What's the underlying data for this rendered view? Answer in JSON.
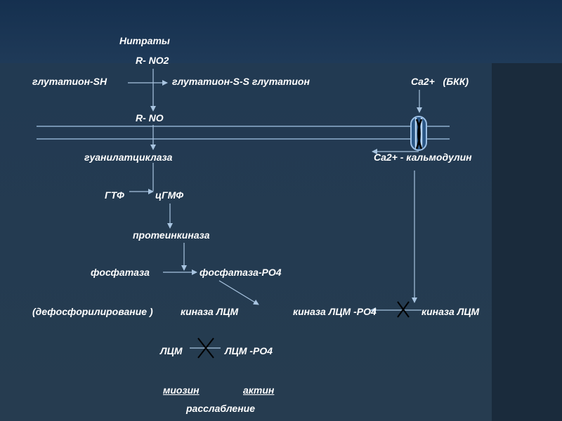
{
  "labels": {
    "nitrates": "Нитраты",
    "r_no2": "R- NO2",
    "glutathione_sh": "глутатион-SH",
    "glutathione_ss": "глутатион-S-S глутатион",
    "ca_bkk": "Ca2+   (БКК)",
    "r_no": "R- NO",
    "guanylate_cyclase": "гуанилатциклаза",
    "ca_calmodulin": "Ca2+ - кальмодулин",
    "gtp": "ГТФ",
    "cgmp": "цГМФ",
    "protein_kinase": "протеинкиназа",
    "phosphatase": "фосфатаза",
    "phosphatase_po4": "фосфатаза-PO4",
    "dephosphorylation": "(дефосфорилирование )",
    "mlck_1": "киназа ЛЦМ",
    "mlck_po4": "киназа ЛЦМ -PO4",
    "mlck_2": "киназа ЛЦМ",
    "mlc": "ЛЦМ",
    "mlc_po4": "ЛЦМ -PO4",
    "myosin": "миозин",
    "actin": "актин",
    "relaxation": "расслабление"
  },
  "colors": {
    "background": "#233a52",
    "text": "#ffffff",
    "arrow": "#a8c4e0",
    "channel": "#5e8fc0",
    "block_mark": "#000000"
  }
}
